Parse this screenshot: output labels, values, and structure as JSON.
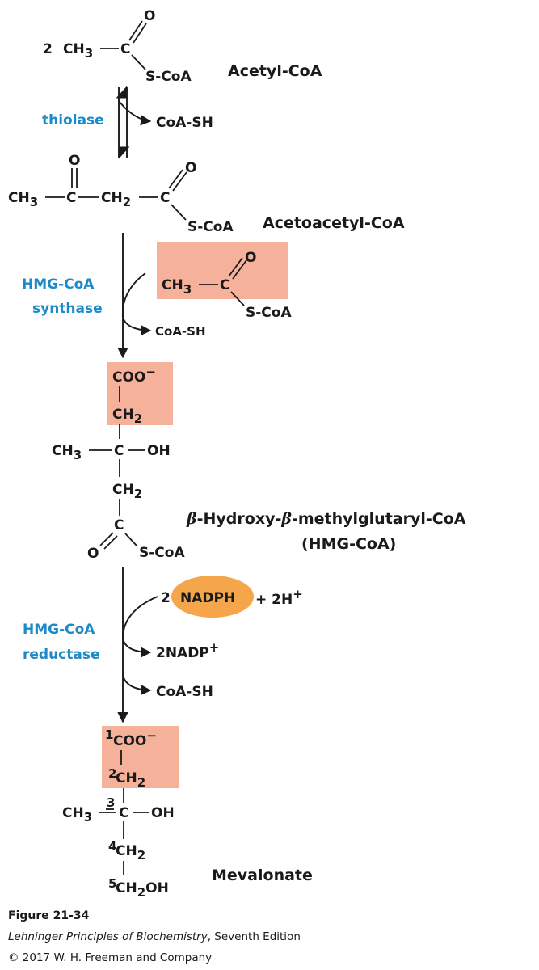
{
  "colors": {
    "enzyme_label": "#1b8ac6",
    "highlight_box": "#f4a38a",
    "nadph_ellipse": "#f5a54a",
    "ink": "#1a1a1a"
  },
  "compounds": {
    "acetyl_coa": {
      "coef": "2",
      "methyl": "CH",
      "methyl_sub": "3",
      "carbonyl_o": "O",
      "thioester": "S-CoA",
      "name": "Acetyl-CoA"
    },
    "acetoacetyl_coa": {
      "methyl": "CH",
      "methyl_sub": "3",
      "keto_c": "C",
      "ch2": "CH",
      "ch2_sub": "2",
      "keto_o": "O",
      "carbonyl_o": "O",
      "thioester": "S-CoA",
      "name": "Acetoacetyl-CoA"
    },
    "acetyl_coa_added": {
      "methyl": "CH",
      "methyl_sub": "3",
      "carbonyl_o": "O",
      "thioester": "S-CoA"
    },
    "hmg_coa": {
      "carboxylate": "COO",
      "carboxylate_sup": "−",
      "ch2_top": "CH",
      "ch2_top_sub": "2",
      "methyl": "CH",
      "methyl_sub": "3",
      "center_c": "C",
      "hydroxyl": "OH",
      "ch2_bottom": "CH",
      "ch2_bottom_sub": "2",
      "thioester_c": "C",
      "carbonyl_o": "O",
      "thioester": "S-CoA",
      "name_beta": "β",
      "name_part1": "-Hydroxy-",
      "name_part2": "-methylglutaryl-CoA",
      "name_abbrev": "(HMG-CoA)"
    },
    "mevalonate": {
      "c1_num": "1",
      "carboxylate": "COO",
      "carboxylate_sup": "−",
      "c2_num": "2",
      "ch2_c2": "CH",
      "ch2_c2_sub": "2",
      "methyl": "CH",
      "methyl_sub": "3",
      "c3_num": "3",
      "center_c": "C",
      "hydroxyl": "OH",
      "c4_num": "4",
      "ch2_c4": "CH",
      "ch2_c4_sub": "2",
      "c5_num": "5",
      "ch2oh": "CH",
      "ch2oh_sub": "2",
      "ch2oh_oh": "OH",
      "name": "Mevalonate"
    }
  },
  "steps": {
    "thiolase": {
      "enzyme": "thiolase",
      "product": "CoA-SH"
    },
    "hmg_synthase": {
      "enzyme_line1": "HMG-CoA",
      "enzyme_line2": "synthase",
      "product": "CoA-SH"
    },
    "hmg_reductase": {
      "enzyme_line1": "HMG-CoA",
      "enzyme_line2": "reductase",
      "cofactor_coef": "2",
      "cofactor": "NADPH",
      "plus_proton": "+ 2H",
      "plus_proton_sup": "+",
      "product_nadp": "2NADP",
      "product_nadp_sup": "+",
      "product_coa": "CoA-SH"
    }
  },
  "caption": {
    "figure": "Figure 21-34",
    "book_title": "Lehninger Principles of Biochemistry",
    "edition": ", Seventh Edition",
    "copyright": "© 2017 W. H. Freeman and Company"
  }
}
